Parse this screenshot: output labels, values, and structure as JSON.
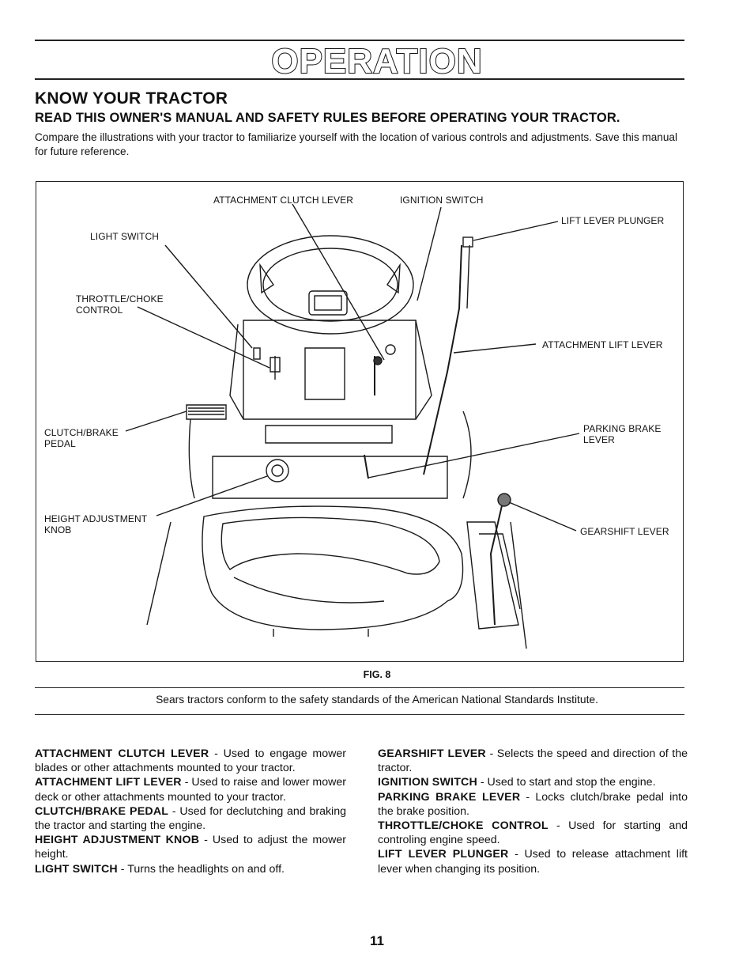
{
  "header": {
    "section_title": "OPERATION"
  },
  "intro": {
    "heading": "KNOW YOUR TRACTOR",
    "subheading": "READ THIS OWNER'S MANUAL AND SAFETY RULES BEFORE OPERATING YOUR TRACTOR.",
    "paragraph": "Compare the illustrations with your tractor to familiarize yourself with the location of various controls and adjustments. Save this manual for future reference."
  },
  "figure": {
    "labels": {
      "attachment_clutch_lever": "ATTACHMENT CLUTCH LEVER",
      "ignition_switch": "IGNITION SWITCH",
      "lift_lever_plunger": "LIFT LEVER PLUNGER",
      "light_switch": "LIGHT SWITCH",
      "throttle_choke_1": "THROTTLE/CHOKE",
      "throttle_choke_2": "CONTROL",
      "attachment_lift_lever": "ATTACHMENT LIFT LEVER",
      "clutch_brake_1": "CLUTCH/BRAKE",
      "clutch_brake_2": "PEDAL",
      "parking_brake_1": "PARKING BRAKE",
      "parking_brake_2": "LEVER",
      "height_adjustment_1": "HEIGHT ADJUSTMENT",
      "height_adjustment_2": "KNOB",
      "gearshift_lever": "GEARSHIFT LEVER"
    },
    "caption": "FIG. 8"
  },
  "standards_note": "Sears tractors conform to the safety standards of the American National Standards Institute.",
  "descriptions": {
    "left": [
      {
        "term": "ATTACHMENT CLUTCH LEVER",
        "text": " - Used to engage mower blades or other attachments mounted to your tractor."
      },
      {
        "term": "ATTACHMENT LIFT LEVER",
        "text": " - Used to raise and lower mower deck or other attachments mounted to your tractor."
      },
      {
        "term": "CLUTCH/BRAKE PEDAL",
        "text": " - Used for declutching and braking the tractor and starting the engine."
      },
      {
        "term": "HEIGHT ADJUSTMENT KNOB",
        "text": " - Used to adjust the mower height."
      },
      {
        "term": "LIGHT SWITCH",
        "text": " - Turns the headlights on and off."
      }
    ],
    "right": [
      {
        "term": "GEARSHIFT LEVER",
        "text": " - Selects the speed and direction of the tractor."
      },
      {
        "term": "IGNITION SWITCH",
        "text": " - Used to start and stop the engine."
      },
      {
        "term": "PARKING BRAKE LEVER",
        "text": " - Locks clutch/brake pedal into the brake position."
      },
      {
        "term": "THROTTLE/CHOKE CONTROL",
        "text": " - Used for starting and controling engine speed."
      },
      {
        "term": "LIFT LEVER PLUNGER",
        "text": " - Used to release attachment lift lever when changing its position."
      }
    ]
  },
  "page_number": "11"
}
